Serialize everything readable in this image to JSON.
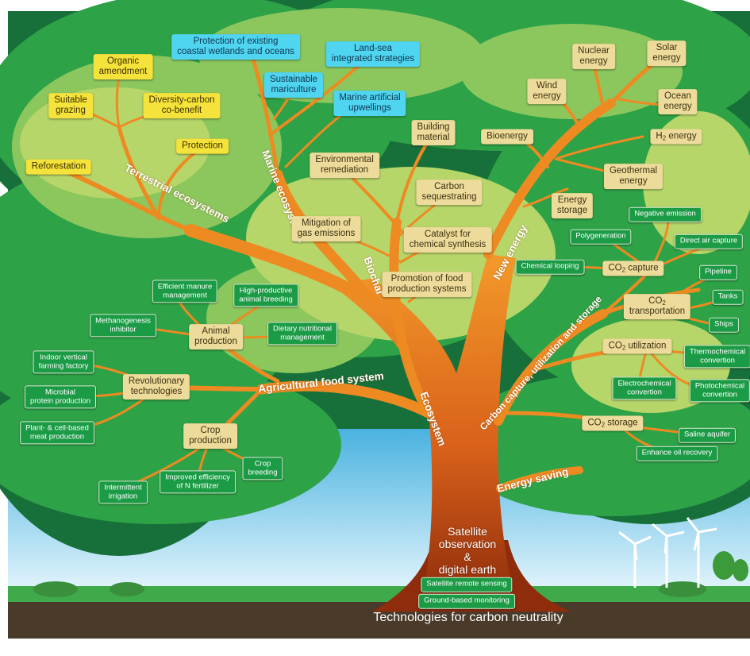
{
  "title": "Technologies for carbon neutrality",
  "branches": {
    "terrestrial": "Terrestrial ecosystems",
    "marine": "Marine ecosystems",
    "biochar": "Biochar",
    "new_energy": "New energy",
    "ccus": "Carbon capture, utilization and storage",
    "agri": "Agricultural food system",
    "ecosystem": "Ecosystem",
    "energy_saving": "Energy saving"
  },
  "satellite": {
    "l1": "Satellite",
    "l2": "observation",
    "l3": "&",
    "l4": "digital earth"
  },
  "terrestrial_items": {
    "organic": [
      "Organic",
      "amendment"
    ],
    "grazing": [
      "Suitable",
      "grazing"
    ],
    "diversity": [
      "Diversity-carbon",
      "co-benefit"
    ],
    "protection": [
      "Protection"
    ],
    "reforestation": [
      "Reforestation"
    ]
  },
  "marine_items": {
    "wetlands": [
      "Protection of existing",
      "coastal wetlands and oceans"
    ],
    "landsea": [
      "Land-sea",
      "integrated strategies"
    ],
    "mariculture": [
      "Sustainable",
      "mariculture"
    ],
    "upwellings": [
      "Marine artificial",
      "upwellings"
    ]
  },
  "biochar_items": {
    "building": [
      "Building",
      "material"
    ],
    "remediation": [
      "Environmental",
      "remediation"
    ],
    "sequestrating": [
      "Carbon",
      "sequestrating"
    ],
    "mitigation": [
      "Mitigation of",
      "gas emissions"
    ],
    "catalyst": [
      "Catalyst for",
      "chemical synthesis"
    ],
    "promotion": [
      "Promotion of food",
      "production systems"
    ]
  },
  "energy_items": {
    "nuclear": [
      "Nuclear",
      "energy"
    ],
    "solar": [
      "Solar",
      "energy"
    ],
    "wind": [
      "Wind",
      "energy"
    ],
    "ocean": [
      "Ocean",
      "energy"
    ],
    "bioenergy": [
      "Bioenergy"
    ],
    "h2": [
      "H",
      "2",
      " energy"
    ],
    "geothermal": [
      "Geothermal",
      "energy"
    ],
    "storage": [
      "Energy",
      "storage"
    ]
  },
  "ccus_items": {
    "capture": [
      "CO",
      "2",
      " capture"
    ],
    "transportation": [
      "CO",
      "2",
      "transportation"
    ],
    "utilization": [
      "CO",
      "2",
      " utilization"
    ],
    "co2storage": [
      "CO",
      "2",
      " storage"
    ],
    "negative": "Negative emission",
    "polygeneration": "Polygeneration",
    "direct_air": "Direct air capture",
    "chemical_looping": "Chemical looping",
    "pipeline": "Pipeline",
    "tanks": "Tanks",
    "ships": "Ships",
    "thermochemical": [
      "Thermochemical",
      "convertion"
    ],
    "electrochemical": [
      "Electrochemical",
      "convertion"
    ],
    "photochemical": [
      "Photochemical",
      "convertion"
    ],
    "saline": "Saline aquifer",
    "oil": "Enhance oil recovery"
  },
  "agri_items": {
    "animal": [
      "Animal",
      "production"
    ],
    "revolutionary": [
      "Revolutionary",
      "technologies"
    ],
    "crop": [
      "Crop",
      "production"
    ],
    "manure": [
      "Efficient manure",
      "management"
    ],
    "breeding_animal": [
      "High-productive",
      "animal breeding"
    ],
    "methanogenesis": [
      "Methanogenesis",
      "inhibitor"
    ],
    "dietary": [
      "Dietary nutritional",
      "management"
    ],
    "vertical": [
      "Indoor vertical",
      "farming factory"
    ],
    "microbial": [
      "Microbial",
      "protein production"
    ],
    "plant_meat": [
      "Plant- & cell-based",
      "meat production"
    ],
    "irrigation": [
      "Intermittent",
      "irrigation"
    ],
    "nfert": [
      "Improved efficiency",
      "of N fertilizer"
    ],
    "crop_breeding": [
      "Crop",
      "breeding"
    ]
  },
  "satellite_items": {
    "remote": "Satellite remote sensing",
    "ground": "Ground-based monitoring"
  }
}
